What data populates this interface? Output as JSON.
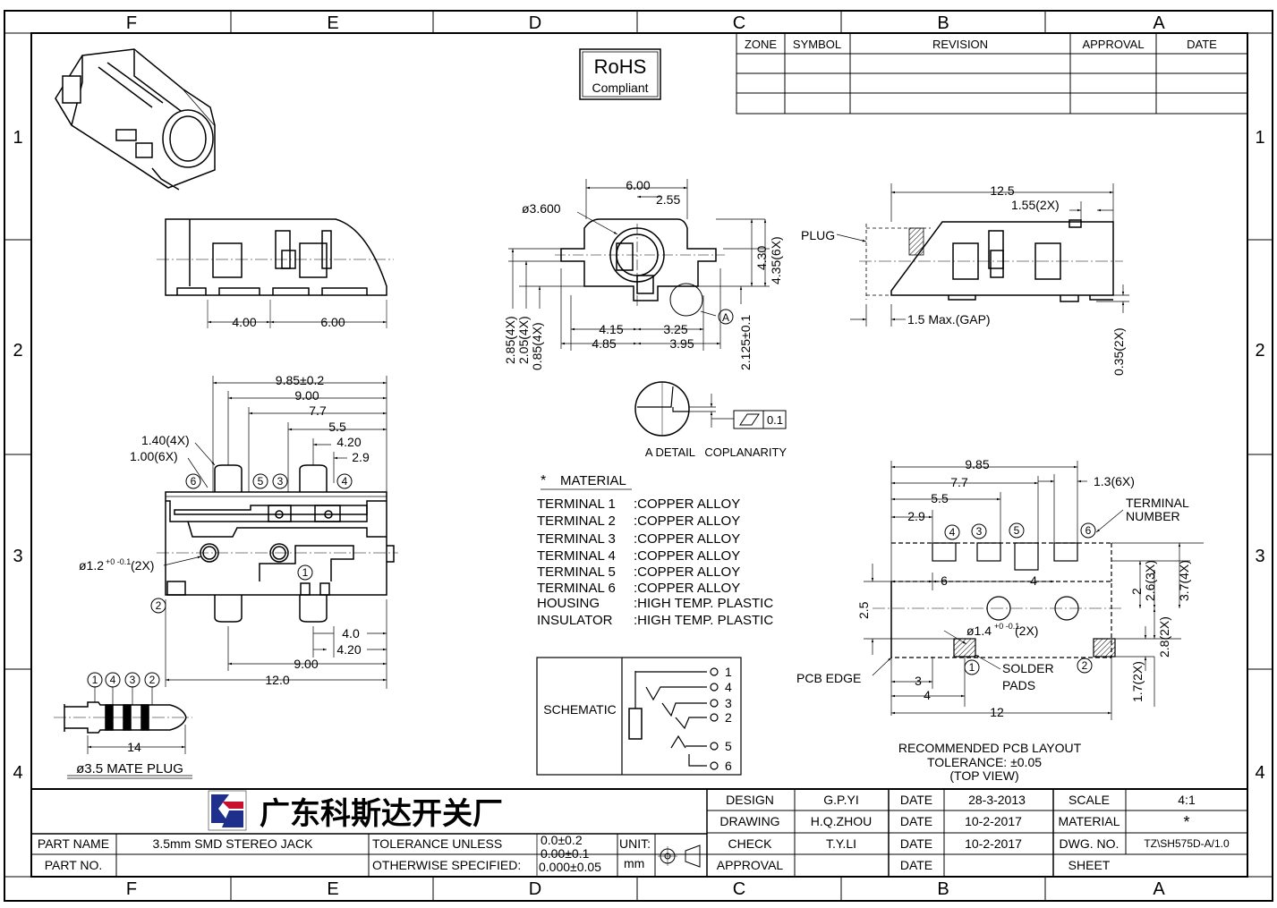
{
  "zones": {
    "columns": [
      "F",
      "E",
      "D",
      "C",
      "B",
      "A"
    ],
    "rows": [
      "1",
      "2",
      "3",
      "4"
    ]
  },
  "rohs": {
    "title": "RoHS",
    "subtitle": "Compliant"
  },
  "revision_table": {
    "headers": [
      "ZONE",
      "SYMBOL",
      "REVISION",
      "APPROVAL",
      "DATE"
    ]
  },
  "dims": {
    "front_view": {
      "d1": "6.00",
      "d2": "2.55",
      "dia": "ø3.600",
      "h1": "4.30",
      "h2": "4.35(6X)",
      "v1": "2.85(4X)",
      "v2": "2.05(4X)",
      "v3": "0.85(4X)",
      "b1": "4.15",
      "b2": "3.25",
      "b3": "4.85",
      "b4": "3.95",
      "b5": "2.125±0.1",
      "callout": "A"
    },
    "side_view": {
      "d1": "12.5",
      "d2": "1.55(2X)",
      "plug": "PLUG",
      "gap": "1.5 Max.(GAP)",
      "v1": "0.35(2X)"
    },
    "top_left": {
      "d1": "4.00",
      "d2": "6.00"
    },
    "bottom_view": {
      "d1": "9.85±0.2",
      "d2": "9.00",
      "d3": "7.7",
      "d4": "5.5",
      "d5": "4.20",
      "d6": "2.9",
      "l1": "1.40(4X)",
      "l2": "1.00(6X)",
      "hole": "ø1.2",
      "hole_tol": "+0 -0.1",
      "hole_count": "(2X)",
      "b1": "4.0",
      "b2": "4.20",
      "b3": "9.00",
      "b4": "12.0"
    },
    "plug": {
      "d1": "14",
      "label": "ø3.5 MATE PLUG"
    },
    "detail": {
      "label": "A DETAIL   COPLANARITY",
      "tol": "0.1"
    },
    "pcb": {
      "d1": "9.85",
      "d2": "7.7",
      "d3": "5.5",
      "d4": "2.9",
      "d5": "1.3(6X)",
      "tn1": "TERMINAL",
      "tn2": "NUMBER",
      "d6": "6",
      "d7": "4",
      "v1": "2",
      "v2": "2.6(3X)",
      "v3": "3.7(4X)",
      "v4": "2.5",
      "hole": "ø1.4",
      "hole_tol": "+0 -0.1",
      "hole_count": "(2X)",
      "v5": "2.8(2X)",
      "pcb_edge": "PCB EDGE",
      "b1": "3",
      "b2": "4",
      "b3": "12",
      "solder1": "SOLDER",
      "solder2": "PADS",
      "v6": "1.7(2X)",
      "title1": "RECOMMENDED PCB LAYOUT",
      "title2": "TOLERANCE: ±0.05",
      "title3": "(TOP VIEW)"
    }
  },
  "pins": {
    "n1": "1",
    "n2": "2",
    "n3": "3",
    "n4": "4",
    "n5": "5",
    "n6": "6"
  },
  "material": {
    "title": "MATERIAL",
    "rows": [
      {
        "part": "TERMINAL 1",
        "mat": ":COPPER ALLOY"
      },
      {
        "part": "TERMINAL 2",
        "mat": ":COPPER ALLOY"
      },
      {
        "part": "TERMINAL 3",
        "mat": ":COPPER ALLOY"
      },
      {
        "part": "TERMINAL 4",
        "mat": ":COPPER ALLOY"
      },
      {
        "part": "TERMINAL 5",
        "mat": ":COPPER ALLOY"
      },
      {
        "part": "TERMINAL 6",
        "mat": ":COPPER ALLOY"
      },
      {
        "part": "HOUSING",
        "mat": ":HIGH TEMP. PLASTIC"
      },
      {
        "part": "INSULATOR",
        "mat": ":HIGH TEMP. PLASTIC"
      }
    ]
  },
  "schematic": {
    "label": "SCHEMATIC"
  },
  "title_block": {
    "company": "广东科斯达开关厂",
    "part_name_label": "PART NAME",
    "part_name": "3.5mm SMD STEREO JACK",
    "part_no_label": "PART NO.",
    "tolerance_label1": "TOLERANCE UNLESS",
    "tolerance_label2": "OTHERWISE SPECIFIED:",
    "tol1": "0.0±0.2",
    "tol2": "0.00±0.1",
    "tol3": "0.000±0.05",
    "unit_label": "UNIT:",
    "unit": "mm",
    "design_label": "DESIGN",
    "design": "G.P.YI",
    "drawing_label": "DRAWING",
    "drawing": "H.Q.ZHOU",
    "check_label": "CHECK",
    "check": "T.Y.LI",
    "approval_label": "APPROVAL",
    "date_label": "DATE",
    "date1": "28-3-2013",
    "date2": "10-2-2017",
    "date3": "10-2-2017",
    "scale_label": "SCALE",
    "scale": "4:1",
    "material_label": "MATERIAL",
    "material": "*",
    "dwg_label": "DWG. NO.",
    "dwg": "TZ\\SH575D-A/1.0",
    "sheet_label": "SHEET"
  }
}
